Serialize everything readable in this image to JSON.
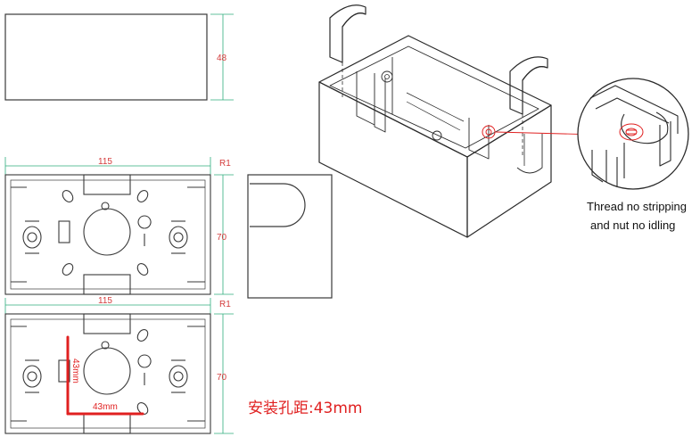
{
  "colors": {
    "line": "#3a3a3a",
    "dimension": "#2fae7e",
    "dimension_text": "#d43c3c",
    "annotation": "#e02020",
    "highlight": "#e02020"
  },
  "top_view": {
    "height_label": "48"
  },
  "front_view_1": {
    "width_label": "115",
    "radius_label": "R1",
    "height_label": "70"
  },
  "front_view_2": {
    "width_label": "115",
    "radius_label": "R1",
    "height_label": "70",
    "spacing_vertical": "43mm",
    "spacing_horizontal": "43mm"
  },
  "callout": {
    "line1": "Thread no stripping",
    "line2": "and nut no idling"
  },
  "caption": {
    "mounting_distance": "安装孔距:43mm"
  }
}
